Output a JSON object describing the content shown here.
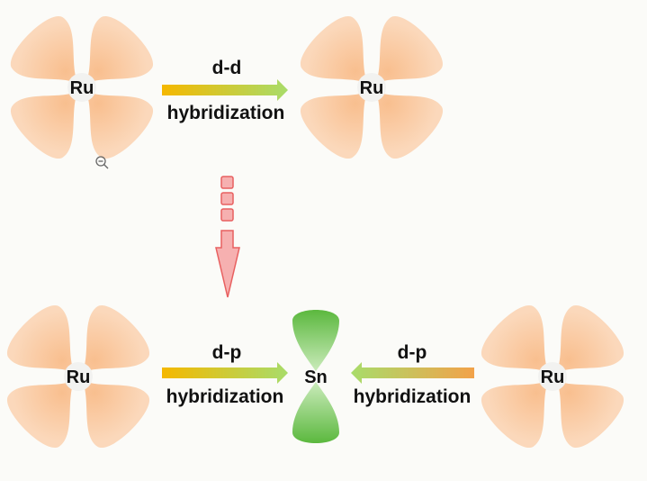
{
  "atoms": {
    "ru_top_left": "Ru",
    "ru_top_right": "Ru",
    "ru_bottom_left": "Ru",
    "ru_bottom_right": "Ru",
    "sn": "Sn"
  },
  "arrows": {
    "top": {
      "type": "d-d",
      "label": "hybridization"
    },
    "bottom_left": {
      "type": "d-p",
      "label": "hybridization"
    },
    "bottom_right": {
      "type": "d-p",
      "label": "hybridization"
    }
  },
  "colors": {
    "d_orbital": "#f7b27a",
    "p_orbital": "#6cc14a",
    "arrow_start": "#f5b800",
    "arrow_end": "#a8dc6a",
    "transition_arrow": "#e86060"
  },
  "icons": {
    "zoom": "zoom-out-icon"
  }
}
